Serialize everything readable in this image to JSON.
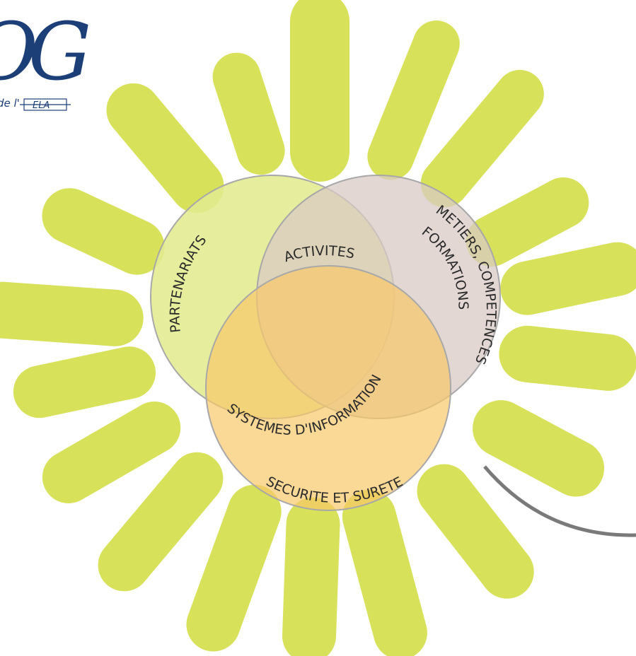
{
  "logo": {
    "letters": "OG",
    "caption": "de l'",
    "boxed": "ELA"
  },
  "diagram": {
    "circles": [
      {
        "name": "partenariats-circle",
        "fill": "#e3ea8f"
      },
      {
        "name": "metiers-circle",
        "fill": "#ddd0cb"
      },
      {
        "name": "securite-circle",
        "fill": "#f8ce79"
      }
    ],
    "labels": {
      "partenariats": "PARTENARIATS",
      "activites": "ACTIVITES",
      "metiers": "METIERS, COMPETENCES",
      "formations": "FORMATIONS",
      "systemes": "SYSTEMES D'INFORMATION",
      "securite": "SECURITE ET SURETE"
    }
  },
  "colors": {
    "ray": "#d7e159",
    "logo": "#1d3f78",
    "arc": "#7a7a7a",
    "text": "#2a2a2a"
  }
}
